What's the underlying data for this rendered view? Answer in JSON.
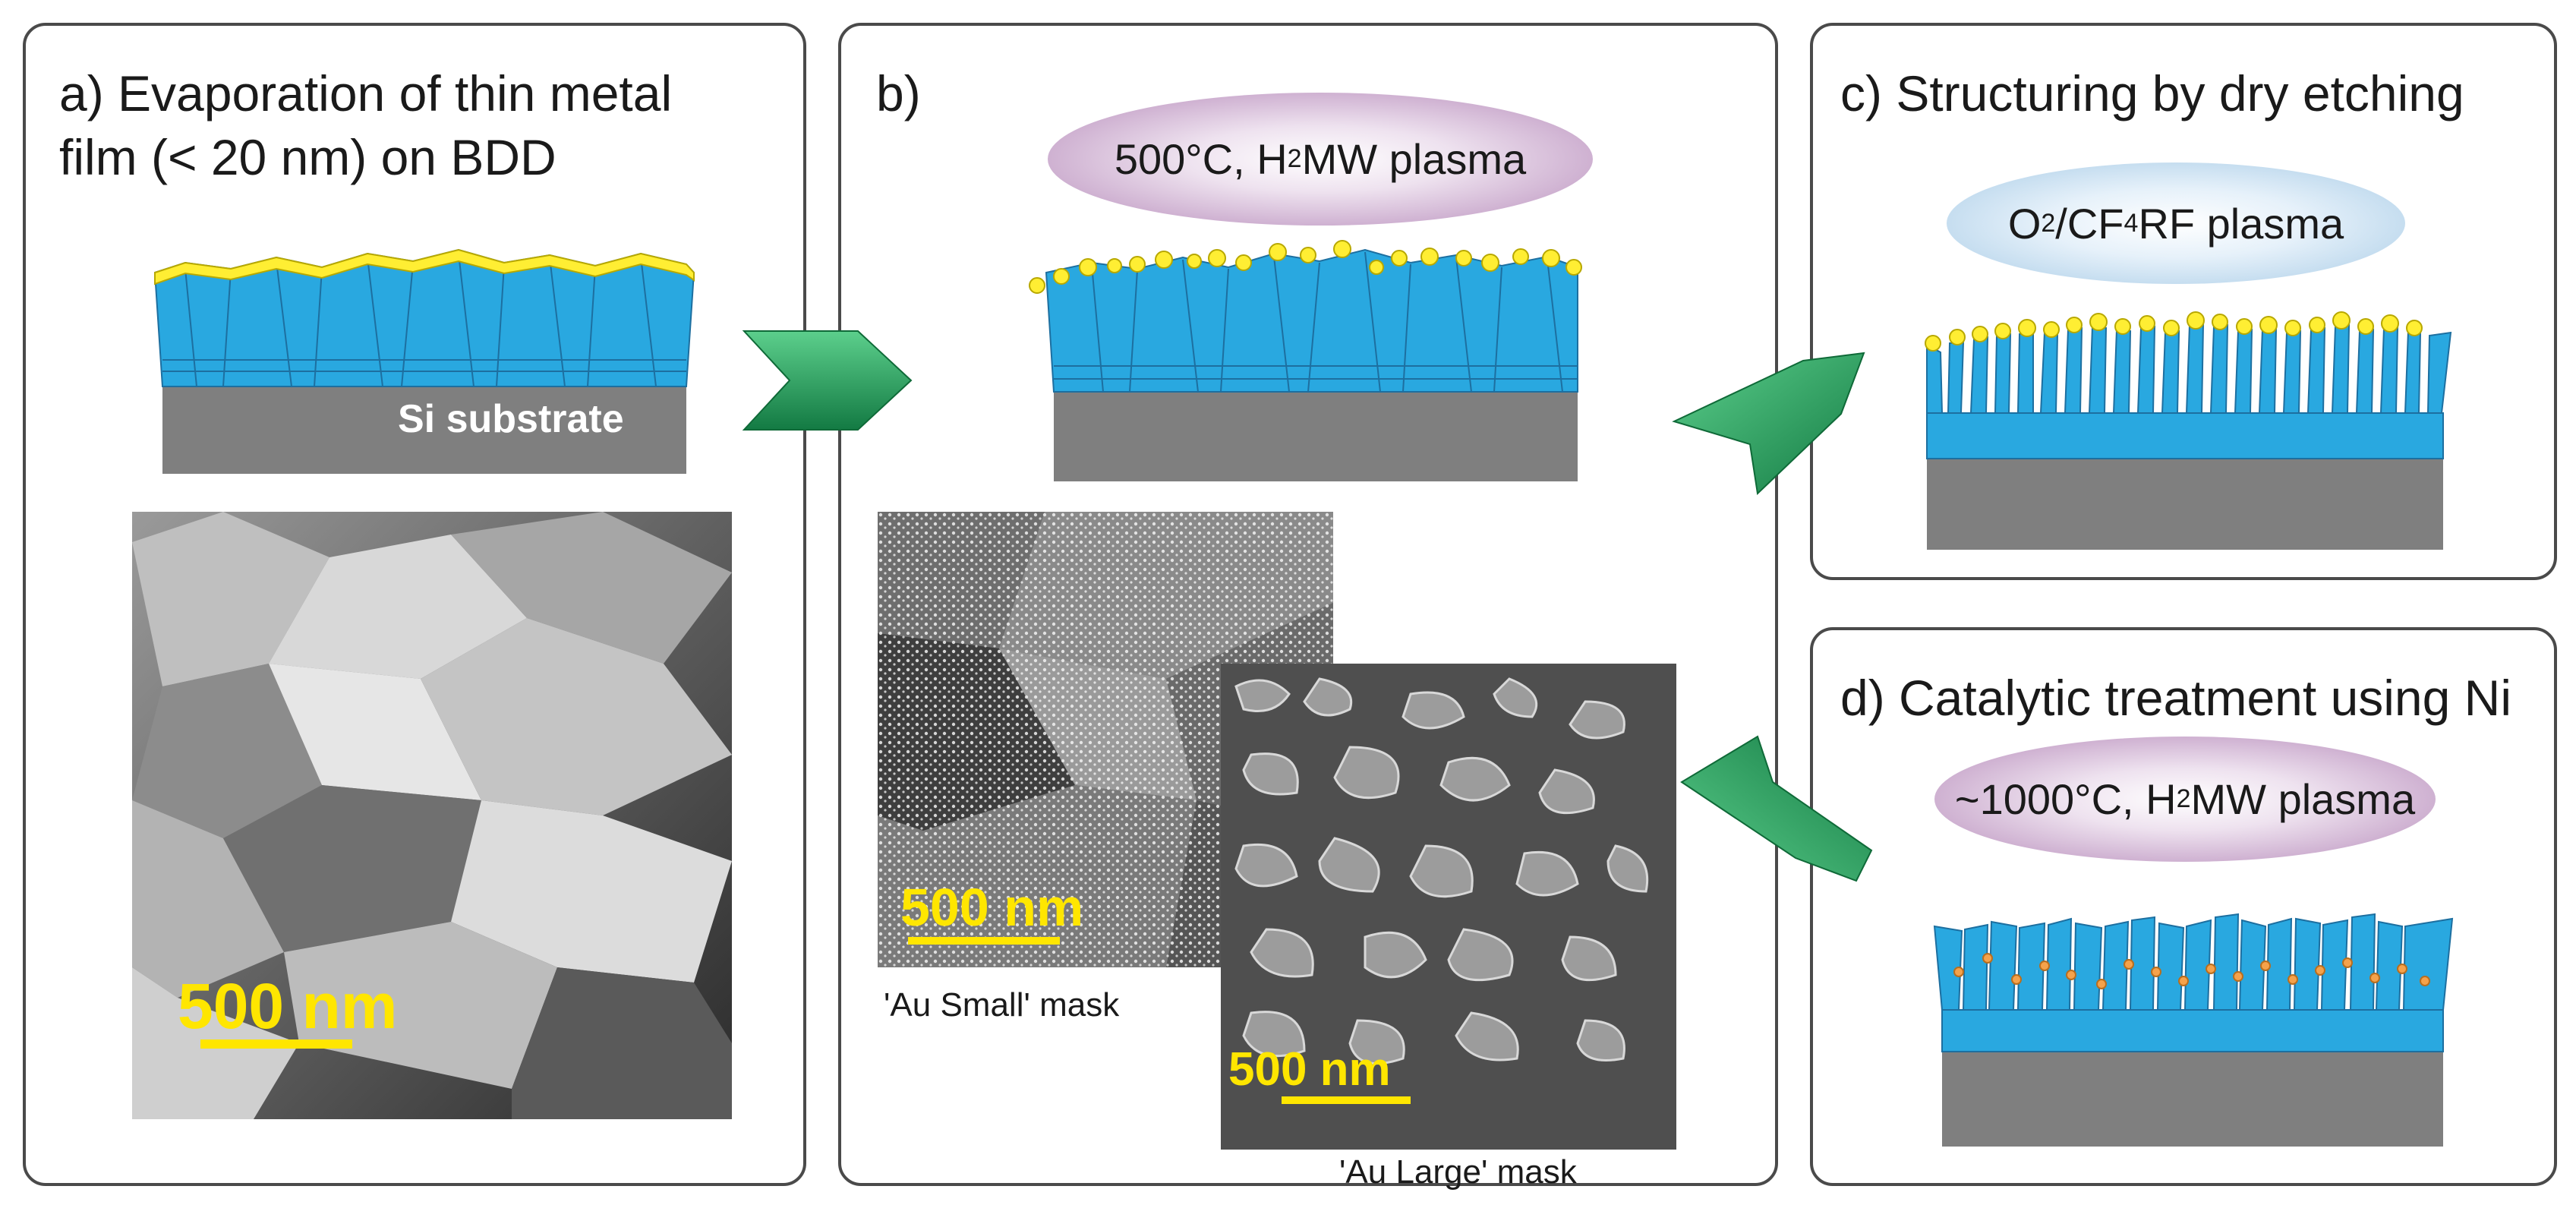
{
  "panels": {
    "a": {
      "title_line1": "a) Evaporation of thin metal",
      "title_line2": "film (< 20 nm) on BDD",
      "substrate_label": "Si substrate",
      "scale_label": "500 nm"
    },
    "b": {
      "title": "b)",
      "plasma": {
        "text": "500°C, H",
        "sub": "2",
        "suffix": " MW plasma"
      },
      "small_scale_label": "500 nm",
      "large_scale_label": "500 nm",
      "small_caption": "'Au Small' mask",
      "large_caption": "'Au Large' mask"
    },
    "c": {
      "title": "c) Structuring by dry etching",
      "plasma": {
        "p1": "O",
        "s1": "2",
        "p2": "/CF",
        "s2": "4",
        "p3": " RF plasma"
      }
    },
    "d": {
      "title": "d) Catalytic treatment using Ni",
      "plasma": {
        "text": "~1000°C, H",
        "sub": "2",
        "suffix": " MW plasma"
      }
    }
  },
  "colors": {
    "diamond": "#29a8e0",
    "diamond_edge": "#1d6fa0",
    "gold": "#ffee33",
    "nickel": "#f5a24b",
    "substrate": "#7f7f7f",
    "arrow": "#1f9a5a",
    "scale": "#ffe600"
  }
}
